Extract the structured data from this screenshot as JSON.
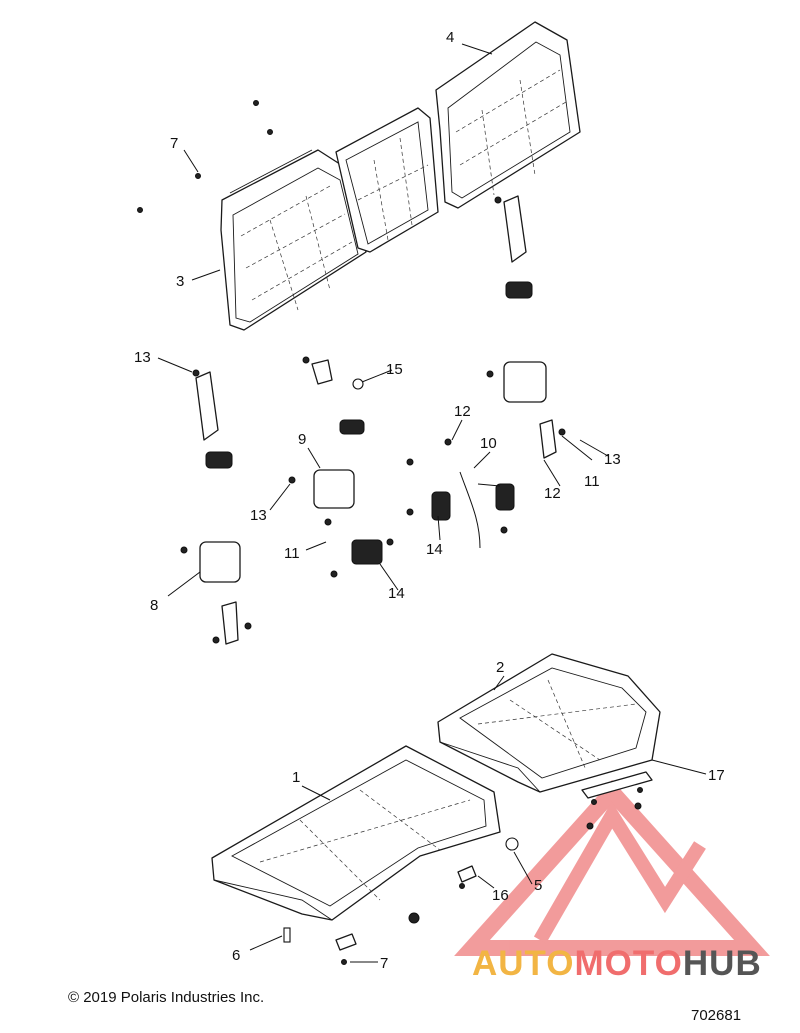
{
  "diagram": {
    "callouts": [
      {
        "id": "c1",
        "label": "1"
      },
      {
        "id": "c2",
        "label": "2"
      },
      {
        "id": "c3",
        "label": "3"
      },
      {
        "id": "c4",
        "label": "4"
      },
      {
        "id": "c5",
        "label": "5"
      },
      {
        "id": "c6",
        "label": "6"
      },
      {
        "id": "c7a",
        "label": "7"
      },
      {
        "id": "c7b",
        "label": "7"
      },
      {
        "id": "c8",
        "label": "8"
      },
      {
        "id": "c9",
        "label": "9"
      },
      {
        "id": "c10",
        "label": "10"
      },
      {
        "id": "c11a",
        "label": "11"
      },
      {
        "id": "c11b",
        "label": "11"
      },
      {
        "id": "c12a",
        "label": "12"
      },
      {
        "id": "c12b",
        "label": "12"
      },
      {
        "id": "c13a",
        "label": "13"
      },
      {
        "id": "c13b",
        "label": "13"
      },
      {
        "id": "c13c",
        "label": "13"
      },
      {
        "id": "c14a",
        "label": "14"
      },
      {
        "id": "c14b",
        "label": "14"
      },
      {
        "id": "c15",
        "label": "15"
      },
      {
        "id": "c16",
        "label": "16"
      },
      {
        "id": "c17",
        "label": "17"
      }
    ]
  },
  "footer": {
    "copyright": "© 2019 Polaris Industries Inc.",
    "diagram_number": "702681"
  },
  "watermark": {
    "part_a": "AUTO",
    "part_b": "MOTO",
    "part_c": "HUB",
    "colors": {
      "auto": "#f2b544",
      "moto": "#f06d6d",
      "hub": "#555555",
      "logo": "#e84a4a"
    }
  }
}
